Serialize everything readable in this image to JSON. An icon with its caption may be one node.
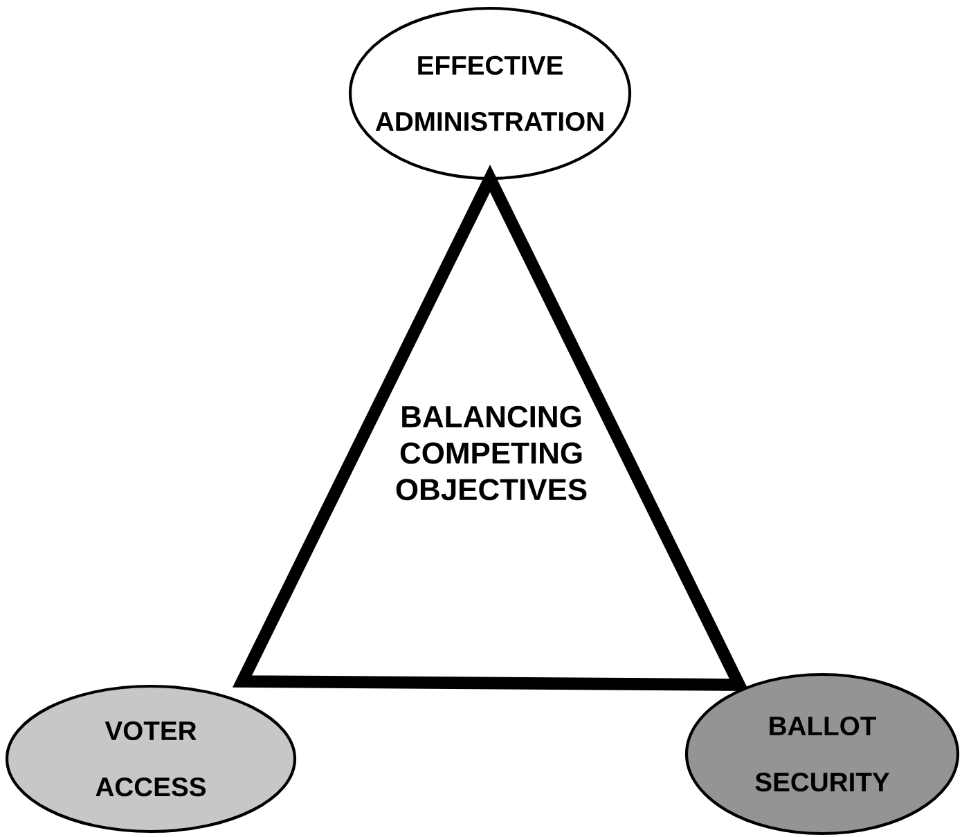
{
  "diagram": {
    "nodes": [
      {
        "text": [
          "EFFECTIVE ADMINISTRATION"
        ]
      },
      {
        "text": [
          "BALANCING COMPETING OBJECTIVES"
        ]
      },
      {
        "text": [
          "VOTER ACCESS"
        ]
      },
      {
        "text": [
          "BALLOT SECURITY"
        ]
      }
    ],
    "edges": []
  }
}
